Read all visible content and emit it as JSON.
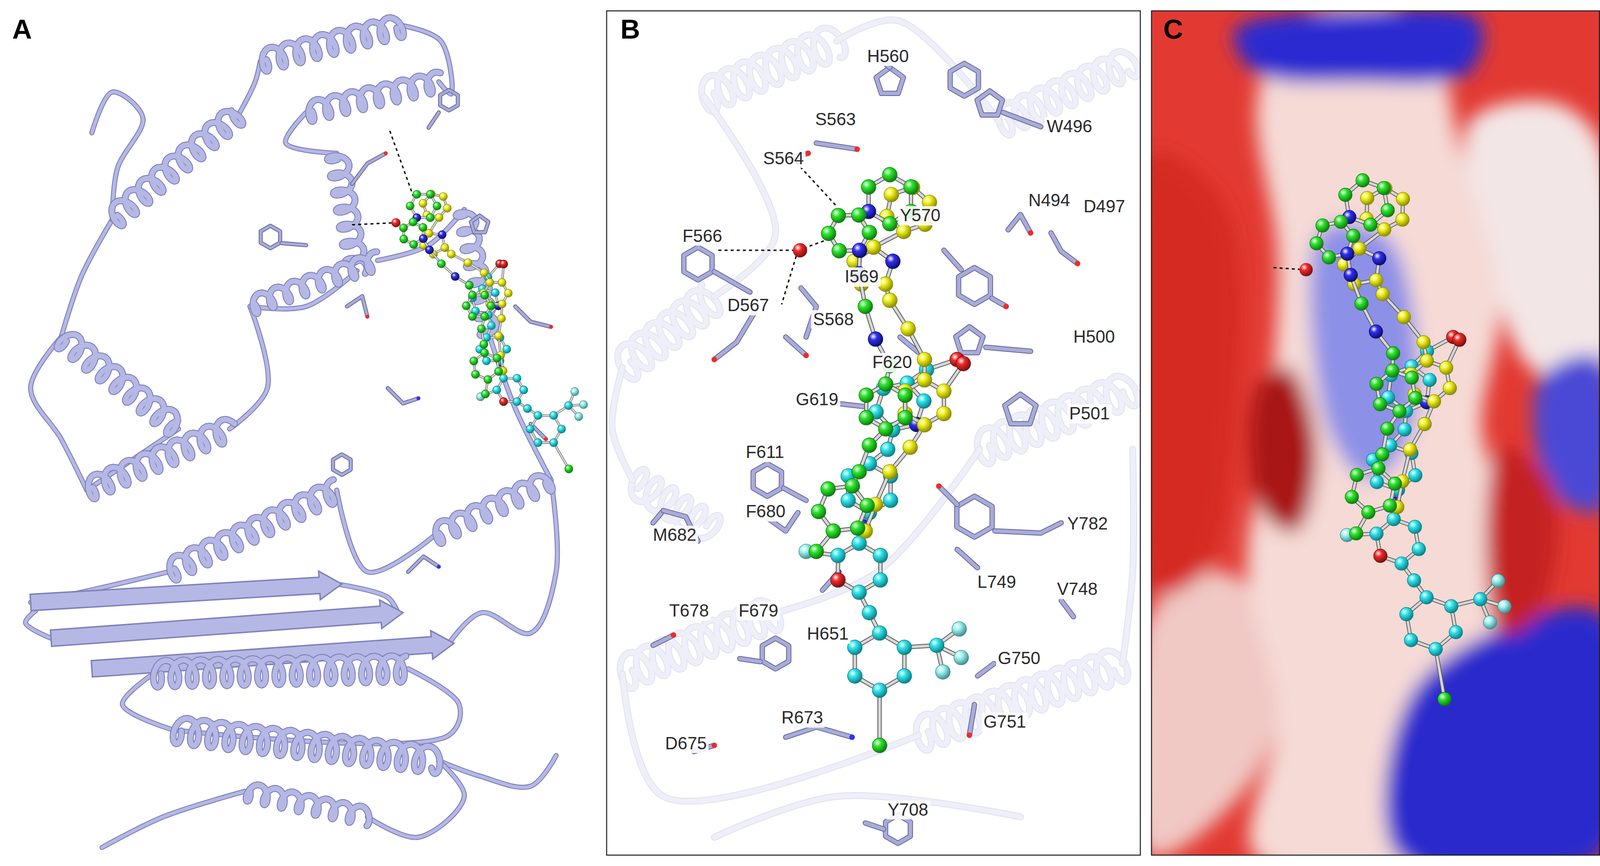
{
  "diagram": {
    "labels": [
      "A",
      "B",
      "C",
      "H560",
      "S563",
      "S564",
      "W496",
      "N494",
      "D497",
      "F566",
      "Y570",
      "I569",
      "D567",
      "S568",
      "H500",
      "F620",
      "G619",
      "P501",
      "F611",
      "M682",
      "F680",
      "Y782",
      "L749",
      "V748",
      "T678",
      "F679",
      "H651",
      "G750",
      "G751",
      "D675",
      "R673",
      "Y708"
    ]
  }
}
